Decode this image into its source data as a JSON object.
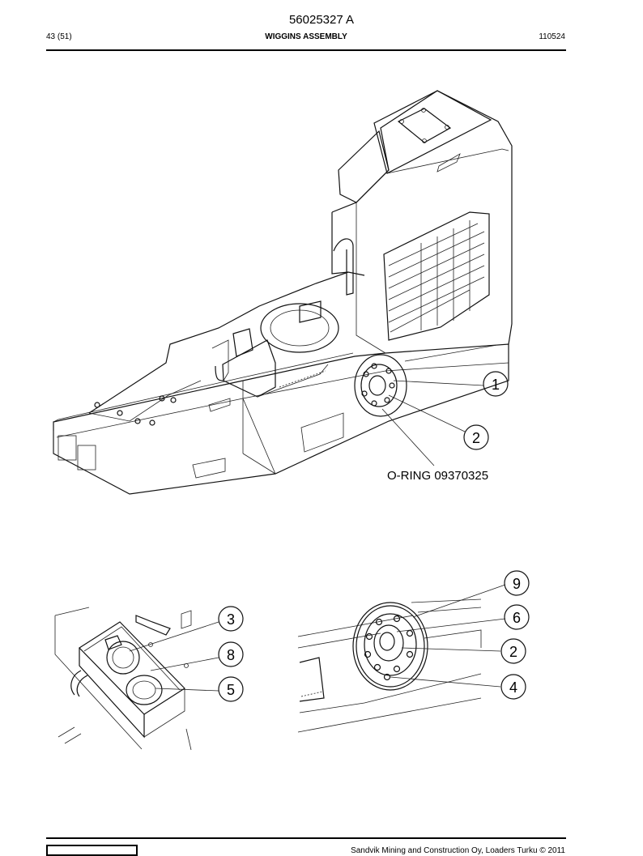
{
  "header": {
    "doc_number": "56025327 A",
    "page_count": "43 (51)",
    "section_title": "WIGGINS ASSEMBLY",
    "date_code": "110524"
  },
  "main_view": {
    "callouts": [
      "1",
      "2"
    ],
    "oring_label": "O-RING 09370325"
  },
  "detail_left": {
    "callouts": [
      "3",
      "8",
      "5"
    ]
  },
  "detail_right": {
    "callouts": [
      "9",
      "6",
      "2",
      "4"
    ]
  },
  "footer": {
    "copyright": "Sandvik Mining and Construction Oy, Loaders Turku © 2011"
  }
}
